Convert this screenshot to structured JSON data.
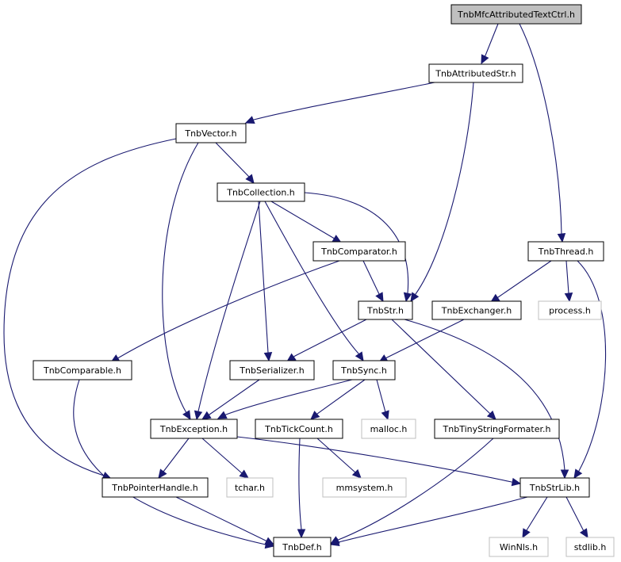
{
  "nodes": [
    {
      "id": "root",
      "label": "TnbMfcAttributedTextCtrl.h",
      "kind": "root"
    },
    {
      "id": "astr",
      "label": "TnbAttributedStr.h",
      "kind": "internal"
    },
    {
      "id": "vec",
      "label": "TnbVector.h",
      "kind": "internal"
    },
    {
      "id": "coll",
      "label": "TnbCollection.h",
      "kind": "internal"
    },
    {
      "id": "thread",
      "label": "TnbThread.h",
      "kind": "internal"
    },
    {
      "id": "cmpr",
      "label": "TnbComparator.h",
      "kind": "internal"
    },
    {
      "id": "proc",
      "label": "process.h",
      "kind": "external"
    },
    {
      "id": "str",
      "label": "TnbStr.h",
      "kind": "internal"
    },
    {
      "id": "exch",
      "label": "TnbExchanger.h",
      "kind": "internal"
    },
    {
      "id": "cmpbl",
      "label": "TnbComparable.h",
      "kind": "internal"
    },
    {
      "id": "ser",
      "label": "TnbSerializer.h",
      "kind": "internal"
    },
    {
      "id": "sync",
      "label": "TnbSync.h",
      "kind": "internal"
    },
    {
      "id": "exc",
      "label": "TnbException.h",
      "kind": "internal"
    },
    {
      "id": "tick",
      "label": "TnbTickCount.h",
      "kind": "internal"
    },
    {
      "id": "malloc",
      "label": "malloc.h",
      "kind": "external"
    },
    {
      "id": "tsf",
      "label": "TnbTinyStringFormater.h",
      "kind": "internal"
    },
    {
      "id": "ph",
      "label": "TnbPointerHandle.h",
      "kind": "internal"
    },
    {
      "id": "tchar",
      "label": "tchar.h",
      "kind": "external"
    },
    {
      "id": "mms",
      "label": "mmsystem.h",
      "kind": "external"
    },
    {
      "id": "strlib",
      "label": "TnbStrLib.h",
      "kind": "internal"
    },
    {
      "id": "def",
      "label": "TnbDef.h",
      "kind": "internal"
    },
    {
      "id": "winnls",
      "label": "WinNls.h",
      "kind": "external"
    },
    {
      "id": "stdlib",
      "label": "stdlib.h",
      "kind": "external"
    }
  ],
  "edges": [
    {
      "from": "root",
      "to": "astr"
    },
    {
      "from": "root",
      "to": "thread"
    },
    {
      "from": "astr",
      "to": "vec"
    },
    {
      "from": "astr",
      "to": "str"
    },
    {
      "from": "vec",
      "to": "coll"
    },
    {
      "from": "vec",
      "to": "exc"
    },
    {
      "from": "vec",
      "to": "ph"
    },
    {
      "from": "coll",
      "to": "cmpr"
    },
    {
      "from": "coll",
      "to": "str"
    },
    {
      "from": "coll",
      "to": "ser"
    },
    {
      "from": "coll",
      "to": "sync"
    },
    {
      "from": "coll",
      "to": "exc"
    },
    {
      "from": "cmpr",
      "to": "str"
    },
    {
      "from": "cmpr",
      "to": "cmpbl"
    },
    {
      "from": "thread",
      "to": "exch"
    },
    {
      "from": "thread",
      "to": "proc"
    },
    {
      "from": "thread",
      "to": "strlib"
    },
    {
      "from": "exch",
      "to": "sync"
    },
    {
      "from": "str",
      "to": "ser"
    },
    {
      "from": "str",
      "to": "tsf"
    },
    {
      "from": "str",
      "to": "strlib"
    },
    {
      "from": "ser",
      "to": "exc"
    },
    {
      "from": "sync",
      "to": "exc"
    },
    {
      "from": "sync",
      "to": "tick"
    },
    {
      "from": "sync",
      "to": "malloc"
    },
    {
      "from": "cmpbl",
      "to": "def"
    },
    {
      "from": "exc",
      "to": "ph"
    },
    {
      "from": "exc",
      "to": "tchar"
    },
    {
      "from": "exc",
      "to": "strlib"
    },
    {
      "from": "tick",
      "to": "mms"
    },
    {
      "from": "tick",
      "to": "def"
    },
    {
      "from": "tsf",
      "to": "def"
    },
    {
      "from": "ph",
      "to": "def"
    },
    {
      "from": "strlib",
      "to": "def"
    },
    {
      "from": "strlib",
      "to": "winnls"
    },
    {
      "from": "strlib",
      "to": "stdlib"
    }
  ]
}
